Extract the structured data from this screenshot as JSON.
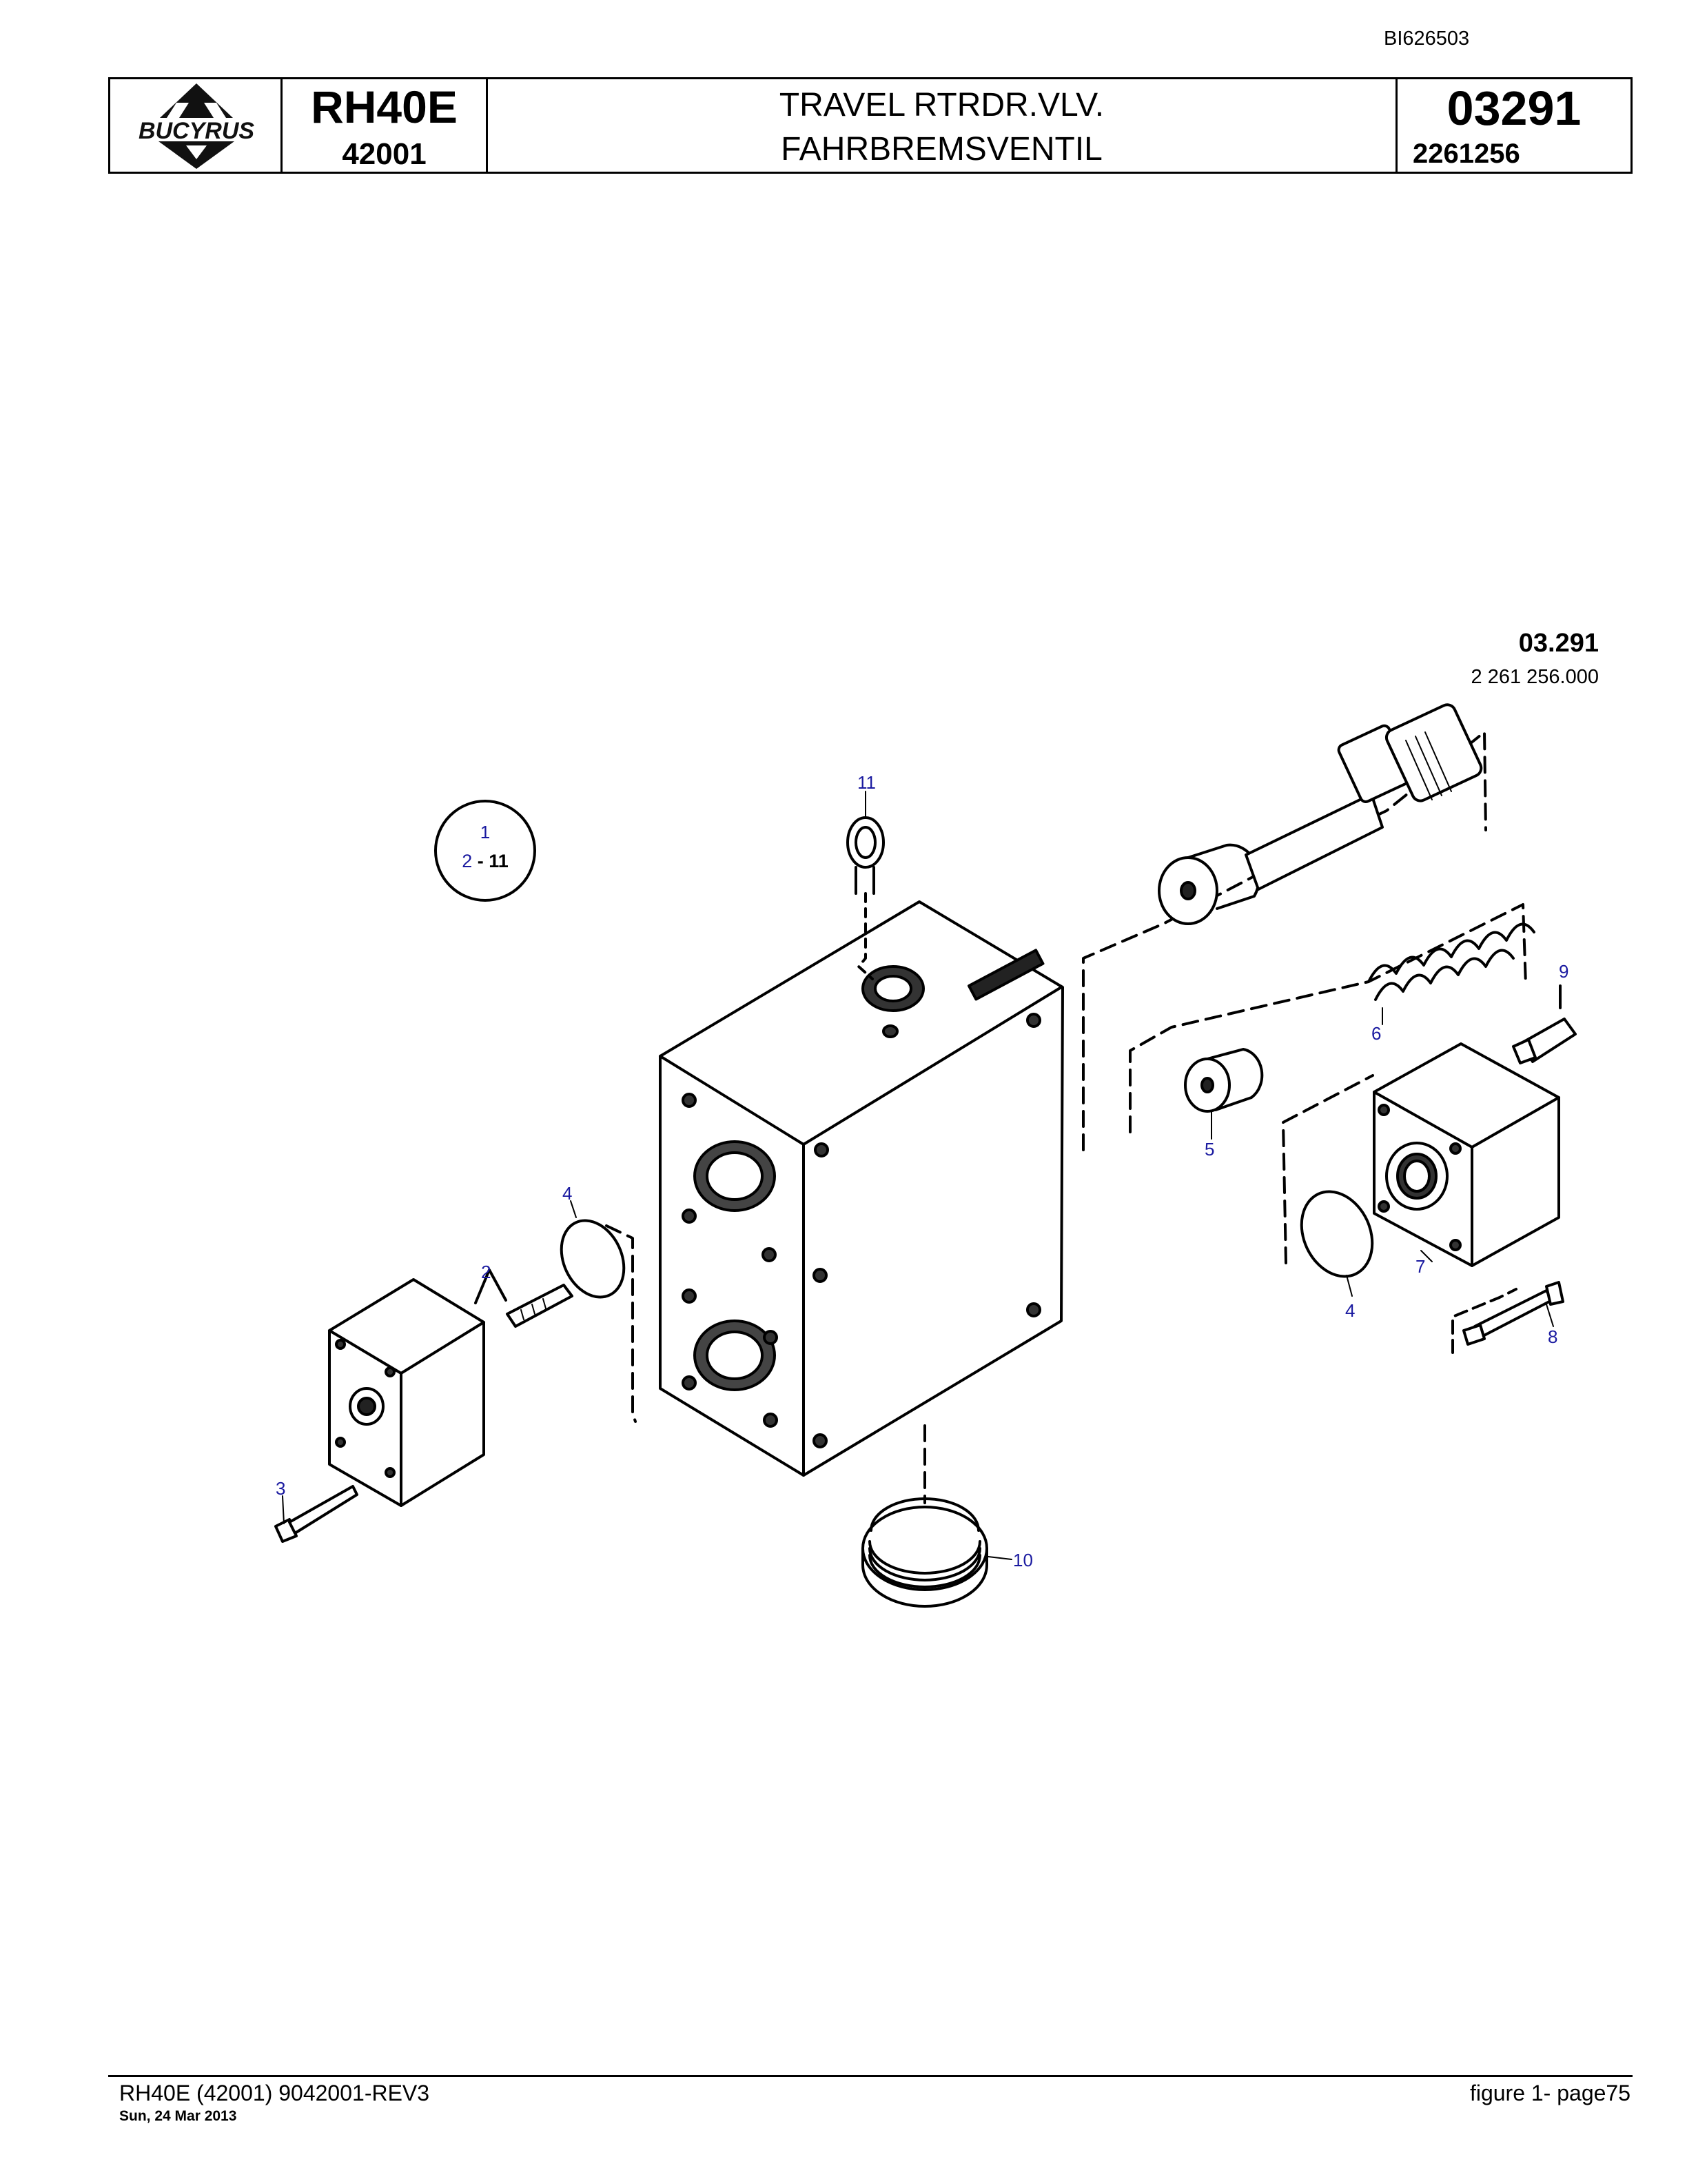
{
  "doc_id": "BI626503",
  "header": {
    "brand": "BUCYRUS",
    "model": "RH40E",
    "serial": "42001",
    "title_en": "TRAVEL RTRDR.VLV.",
    "title_de": "FAHRBREMSVENTIL",
    "group_number": "03291",
    "part_number": "2261256"
  },
  "drawing": {
    "number": "03.291",
    "part_number": "2 261 256.000",
    "reference_circle": {
      "top": "1",
      "bottom_first": "2",
      "bottom_sep": " - ",
      "bottom_last": "11"
    },
    "callouts": [
      "11",
      "9",
      "6",
      "5",
      "4",
      "2",
      "7",
      "4",
      "8",
      "3",
      "10"
    ]
  },
  "footer": {
    "left": "RH40E (42001) 9042001-REV3",
    "date": "Sun, 24 Mar 2013",
    "right": "figure  1- page75"
  }
}
